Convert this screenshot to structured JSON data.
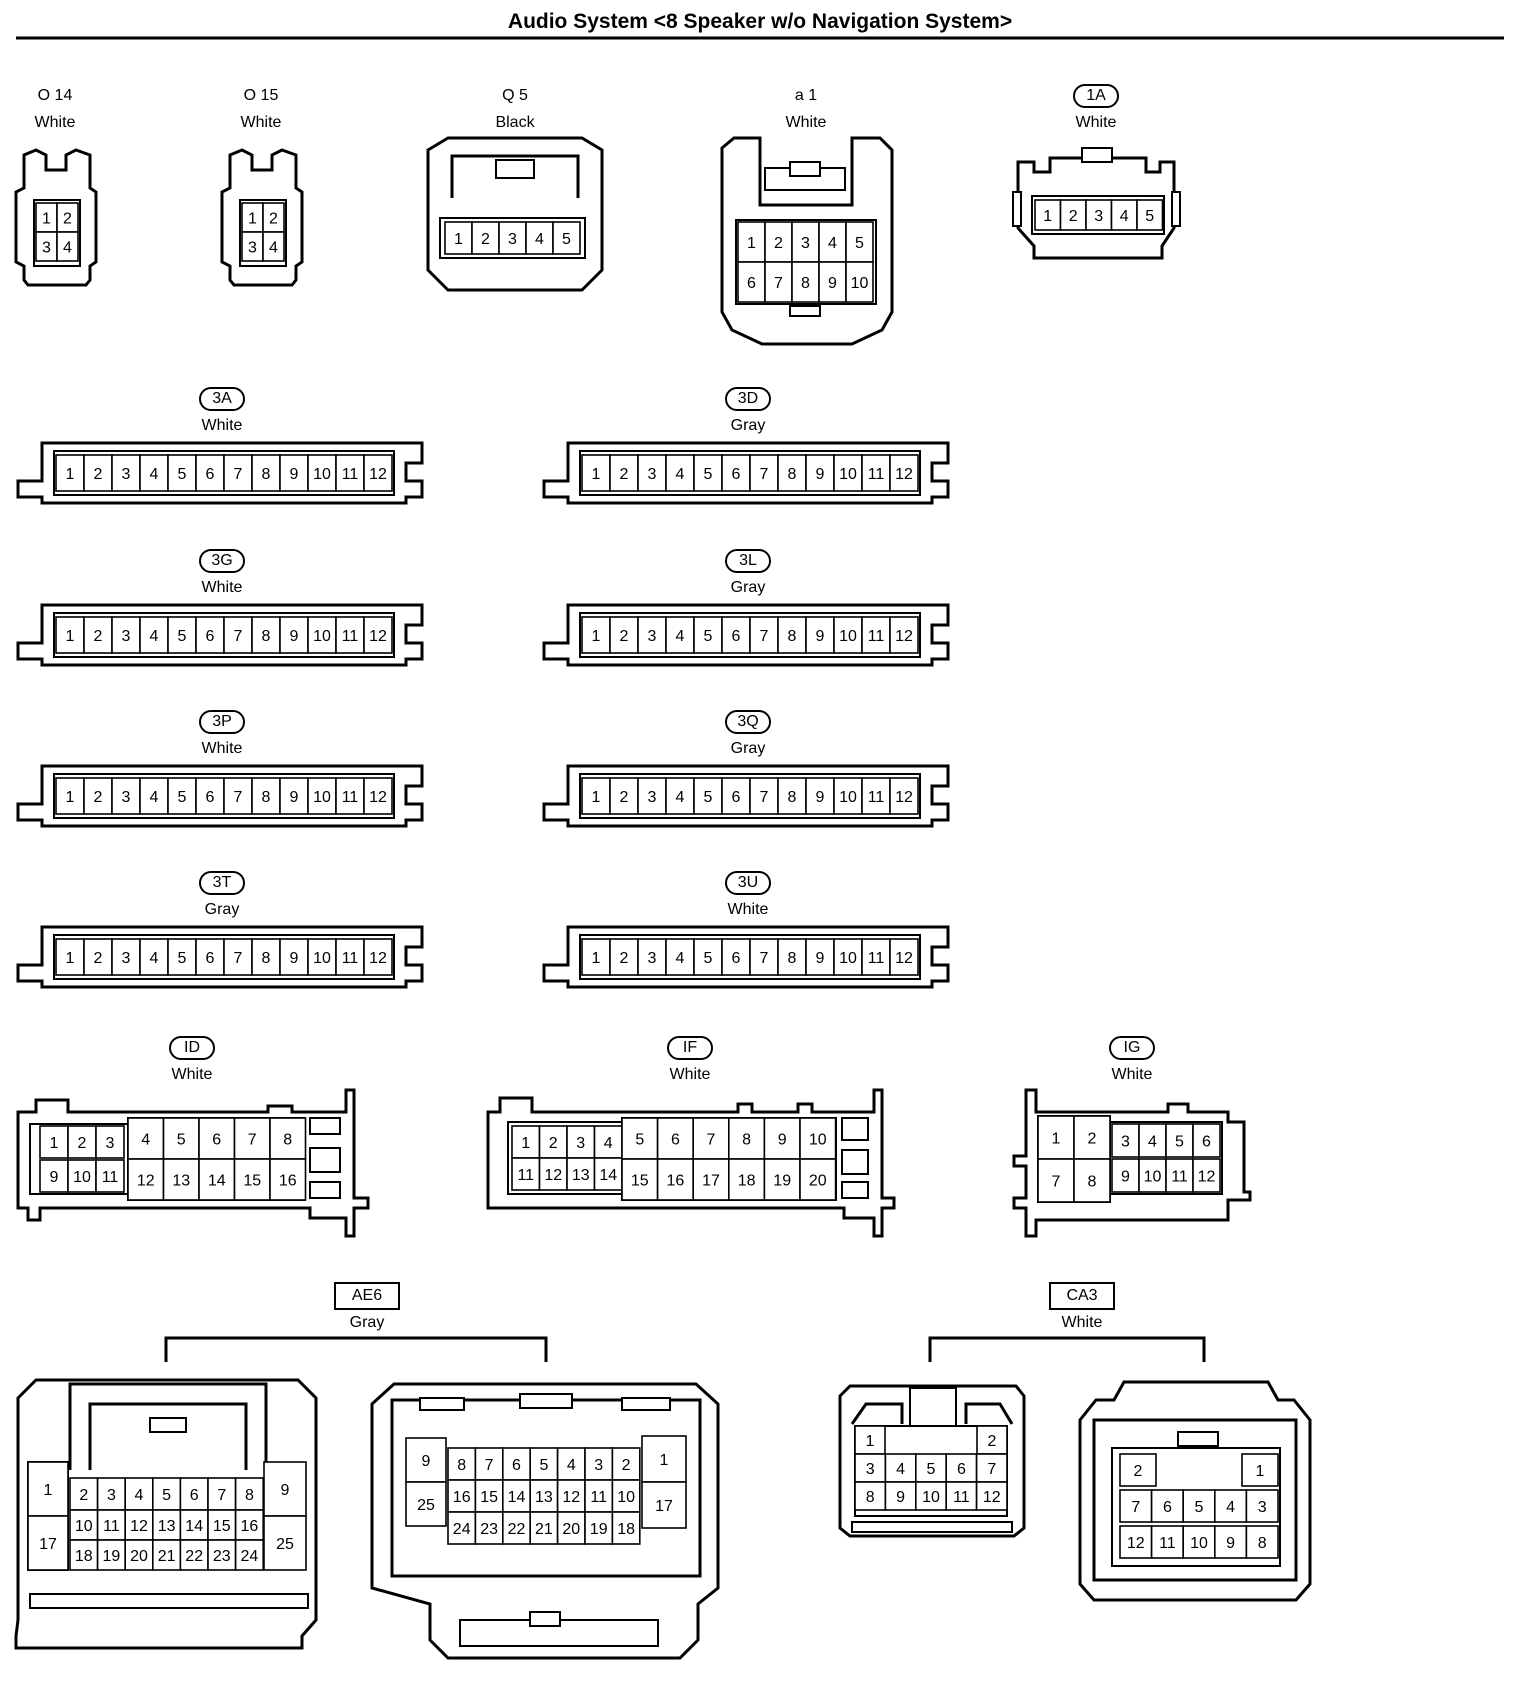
{
  "title": "Audio System <8 Speaker w/o Navigation System>",
  "connectors": [
    {
      "code": "O 14",
      "color": "White",
      "pins": [
        "1",
        "2",
        "3",
        "4"
      ]
    },
    {
      "code": "O 15",
      "color": "White",
      "pins": [
        "1",
        "2",
        "3",
        "4"
      ]
    },
    {
      "code": "Q 5",
      "color": "Black",
      "pins": [
        "1",
        "2",
        "3",
        "4",
        "5"
      ]
    },
    {
      "code": "a 1",
      "color": "White",
      "pins": [
        "1",
        "2",
        "3",
        "4",
        "5",
        "6",
        "7",
        "8",
        "9",
        "10"
      ]
    },
    {
      "code": "1A",
      "color": "White",
      "pins": [
        "1",
        "2",
        "3",
        "4",
        "5"
      ]
    },
    {
      "code": "3A",
      "color": "White",
      "pins": [
        "1",
        "2",
        "3",
        "4",
        "5",
        "6",
        "7",
        "8",
        "9",
        "10",
        "11",
        "12"
      ]
    },
    {
      "code": "3D",
      "color": "Gray",
      "pins": [
        "1",
        "2",
        "3",
        "4",
        "5",
        "6",
        "7",
        "8",
        "9",
        "10",
        "11",
        "12"
      ]
    },
    {
      "code": "3G",
      "color": "White",
      "pins": [
        "1",
        "2",
        "3",
        "4",
        "5",
        "6",
        "7",
        "8",
        "9",
        "10",
        "11",
        "12"
      ]
    },
    {
      "code": "3L",
      "color": "Gray",
      "pins": [
        "1",
        "2",
        "3",
        "4",
        "5",
        "6",
        "7",
        "8",
        "9",
        "10",
        "11",
        "12"
      ]
    },
    {
      "code": "3P",
      "color": "White",
      "pins": [
        "1",
        "2",
        "3",
        "4",
        "5",
        "6",
        "7",
        "8",
        "9",
        "10",
        "11",
        "12"
      ]
    },
    {
      "code": "3Q",
      "color": "Gray",
      "pins": [
        "1",
        "2",
        "3",
        "4",
        "5",
        "6",
        "7",
        "8",
        "9",
        "10",
        "11",
        "12"
      ]
    },
    {
      "code": "3T",
      "color": "Gray",
      "pins": [
        "1",
        "2",
        "3",
        "4",
        "5",
        "6",
        "7",
        "8",
        "9",
        "10",
        "11",
        "12"
      ]
    },
    {
      "code": "3U",
      "color": "White",
      "pins": [
        "1",
        "2",
        "3",
        "4",
        "5",
        "6",
        "7",
        "8",
        "9",
        "10",
        "11",
        "12"
      ]
    },
    {
      "code": "ID",
      "color": "White",
      "pins": [
        "1",
        "2",
        "3",
        "4",
        "5",
        "6",
        "7",
        "8",
        "9",
        "10",
        "11",
        "12",
        "13",
        "14",
        "15",
        "16"
      ]
    },
    {
      "code": "IF",
      "color": "White",
      "pins": [
        "1",
        "2",
        "3",
        "4",
        "5",
        "6",
        "7",
        "8",
        "9",
        "10",
        "11",
        "12",
        "13",
        "14",
        "15",
        "16",
        "17",
        "18",
        "19",
        "20"
      ]
    },
    {
      "code": "IG",
      "color": "White",
      "pins": [
        "1",
        "2",
        "3",
        "4",
        "5",
        "6",
        "7",
        "8",
        "9",
        "10",
        "11",
        "12"
      ]
    },
    {
      "code": "AE6",
      "color": "Gray",
      "pins": [
        "1",
        "2",
        "3",
        "4",
        "5",
        "6",
        "7",
        "8",
        "9",
        "10",
        "11",
        "12",
        "13",
        "14",
        "15",
        "16",
        "17",
        "18",
        "19",
        "20",
        "21",
        "22",
        "23",
        "24",
        "25"
      ]
    },
    {
      "code": "CA3",
      "color": "White",
      "pins": [
        "1",
        "2",
        "3",
        "4",
        "5",
        "6",
        "7",
        "8",
        "9",
        "10",
        "11",
        "12"
      ]
    }
  ]
}
